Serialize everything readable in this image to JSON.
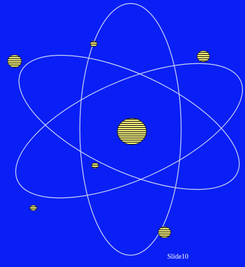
{
  "slide": {
    "number_label": "Slide10"
  },
  "colors": {
    "background": "#0A1FF5",
    "orbit": "#C8D2F5",
    "particle_fill": "#F2EE7A",
    "particle_stripe": "#1A1A1A"
  },
  "graphic": {
    "name": "atom-diagram",
    "orbits": 3,
    "particles": 7
  }
}
